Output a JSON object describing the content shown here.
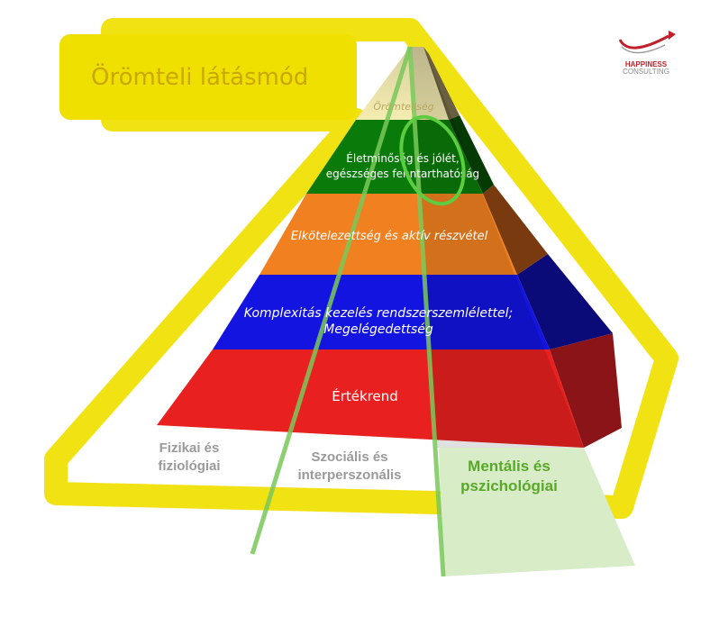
{
  "title": "Örömteli látásmód",
  "logo": {
    "line1": "HAPPINESS",
    "line2": "CONSULTING",
    "color_line1": "#c0202a",
    "color_line2": "#8a8a8a"
  },
  "pyramid": {
    "levels": [
      {
        "text": "Örömteliség",
        "color": "#f2e8a0"
      },
      {
        "text_line1": "Életminőség és jólét,",
        "text_line2": "egészséges fenntarthatóság",
        "color": "#0a7a0a"
      },
      {
        "text": "Elkötelezettség és aktív részvétel",
        "color": "#f08020"
      },
      {
        "text_line1": "Komplexitás kezelés rendszerszemlélettel;",
        "text_line2": "Megelégedettség",
        "color": "#1010e0"
      },
      {
        "text": "Értékrend",
        "color": "#e82020"
      }
    ]
  },
  "base_labels": {
    "left_line1": "Fizikai és",
    "left_line2": "fiziológiai",
    "middle_line1": "Szociális és",
    "middle_line2": "interperszonális",
    "right_line1": "Mentális és",
    "right_line2": "pszichológiai"
  },
  "colors": {
    "frame_yellow": "#f0e000",
    "highlight_green": "#5ccc40",
    "mental_tint": "#d8ecc8"
  }
}
